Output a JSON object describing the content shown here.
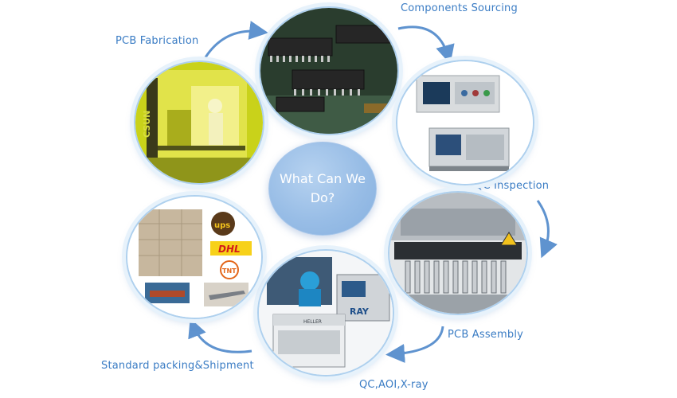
{
  "center": {
    "line1": "What Can We",
    "line2": "Do?"
  },
  "steps": [
    {
      "label": "PCB Fabrication",
      "icon": "cleanroom-photo"
    },
    {
      "label": "Components Sourcing",
      "icon": "ic-chips-photo"
    },
    {
      "label": "IQC Inspection",
      "icon": "test-instruments-photo"
    },
    {
      "label": "PCB Assembly",
      "icon": "pick-and-place-machine-photo"
    },
    {
      "label": "QC,AOI,X-ray",
      "icon": "inspection-machines-photo"
    },
    {
      "label": "Standard packing&Shipment",
      "icon": "shipping-photo"
    }
  ],
  "photo_text": {
    "ups": "ups",
    "dhl": "DHL",
    "tnt": "TNT",
    "heller": "HELLER",
    "ray": "RAY",
    "sun": "CSUN"
  },
  "colors": {
    "label": "#3a7cc4",
    "arrow": "#5f93cf",
    "center": "#98bde6",
    "ring_border": "#aed0ee"
  }
}
